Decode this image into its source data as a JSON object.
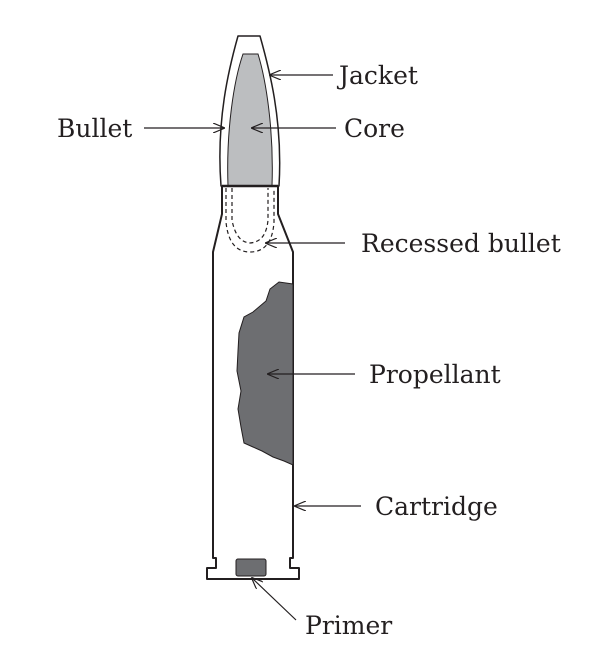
{
  "labels": {
    "jacket": "Jacket",
    "bullet": "Bullet",
    "core": "Core",
    "recessed_bullet": "Recessed bullet",
    "propellant": "Propellant",
    "cartridge": "Cartridge",
    "primer": "Primer"
  },
  "colors": {
    "outline": "#231f20",
    "core_fill": "#bcbec0",
    "propellant_fill": "#6d6e71",
    "primer_fill": "#6d6e71",
    "background": "#ffffff"
  }
}
